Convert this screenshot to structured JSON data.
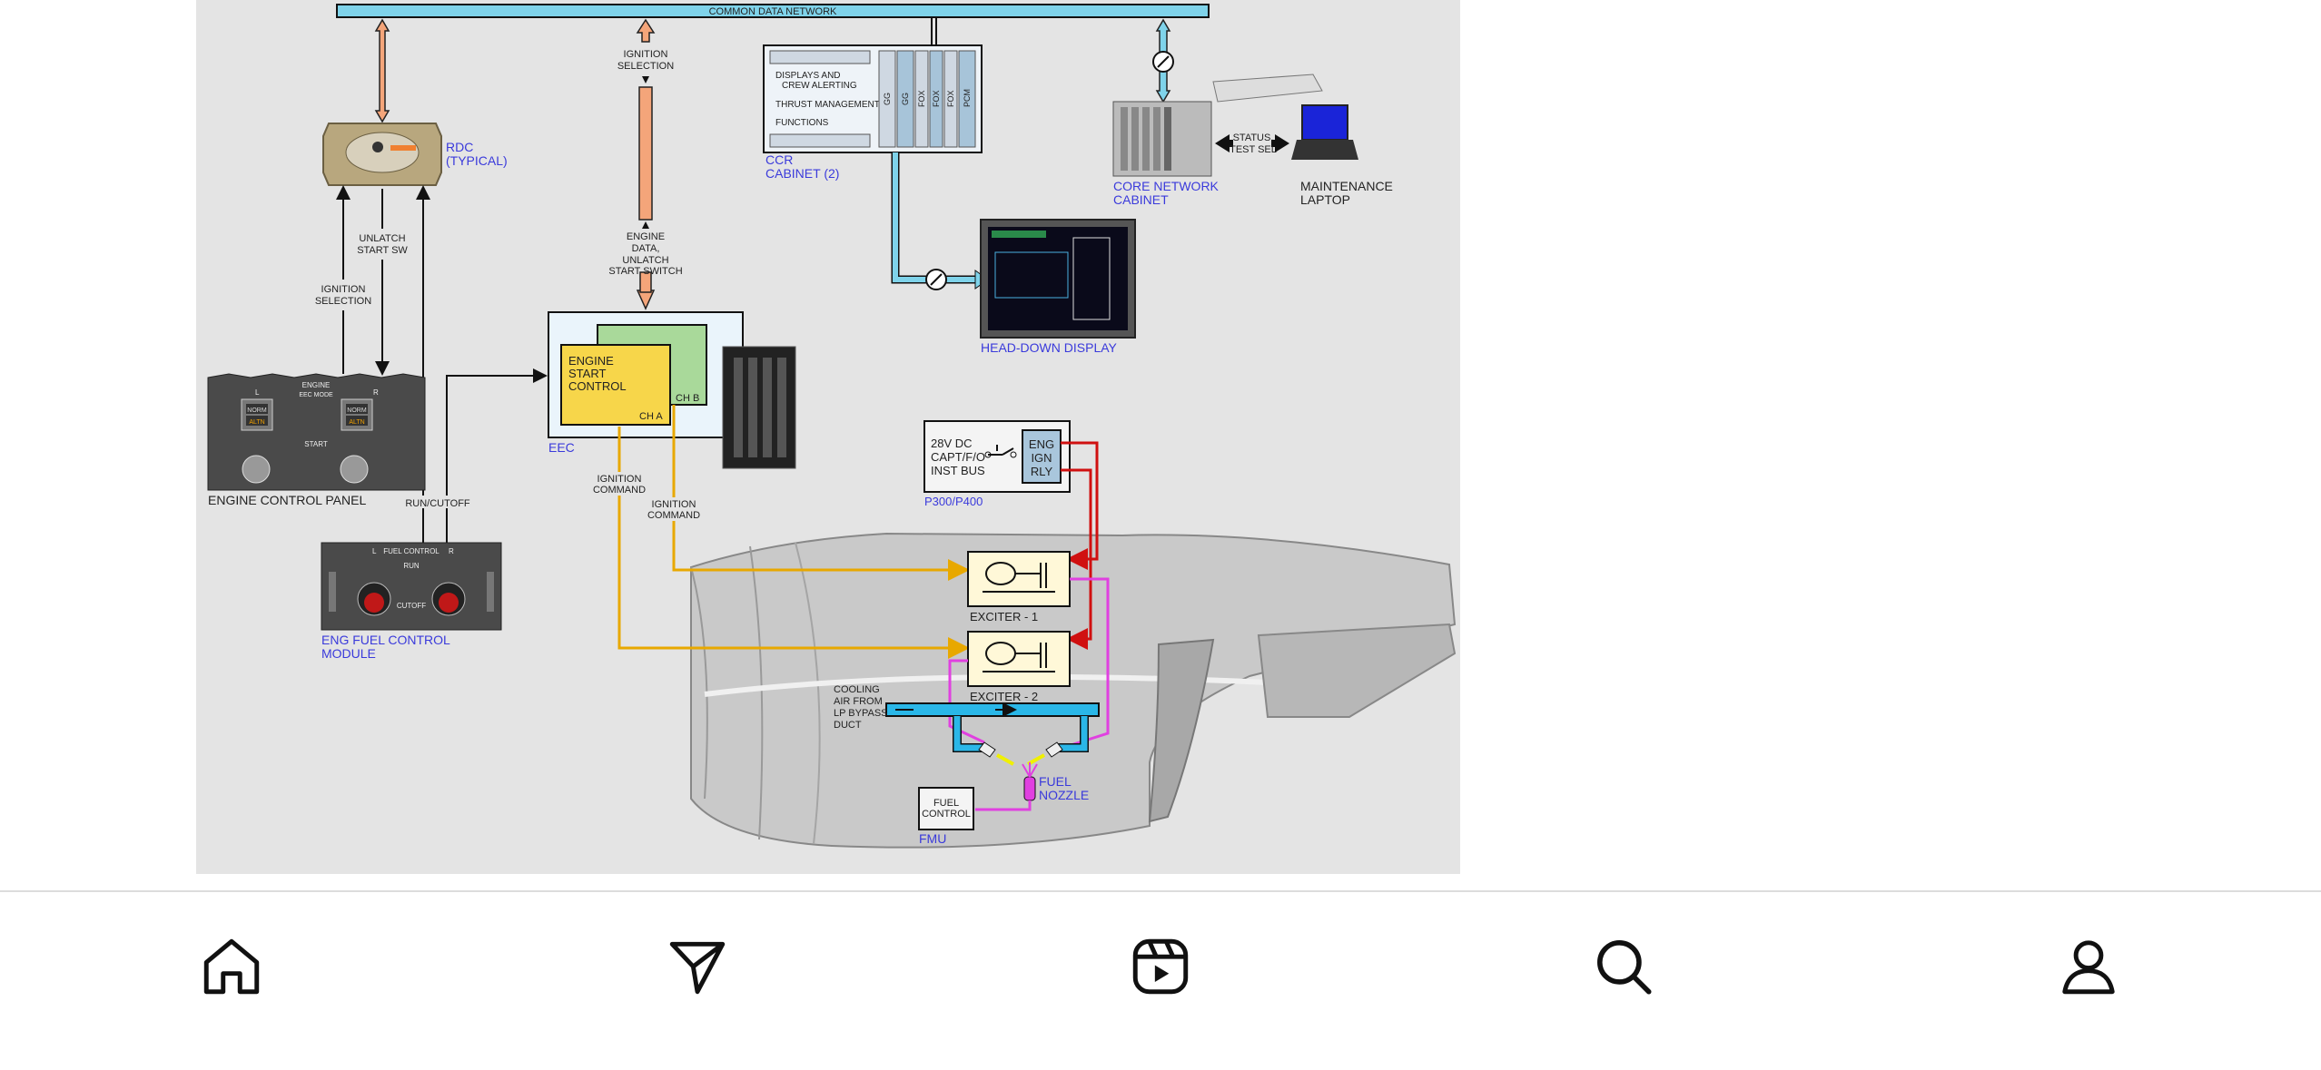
{
  "diagram": {
    "network_label": "COMMON DATA NETWORK",
    "ignition_selection_top": [
      "IGNITION",
      "SELECTION"
    ],
    "engine_data": [
      "ENGINE",
      "DATA,",
      "UNLATCH",
      "START SWITCH"
    ],
    "rdc": [
      "RDC",
      "(TYPICAL)"
    ],
    "unlatch_start_sw": [
      "UNLATCH",
      "START SW"
    ],
    "ignition_selection_left": [
      "IGNITION",
      "SELECTION"
    ],
    "ecp_label": "ENGINE CONTROL PANEL",
    "ecp_panel": {
      "title": "ENGINE",
      "mode": "EEC MODE",
      "start": "START",
      "norm": "NORM",
      "altn": "ALTN",
      "l": "L",
      "r": "R"
    },
    "run_cutoff": "RUN/CUTOFF",
    "fuel_module_panel": {
      "title": "FUEL CONTROL",
      "run": "RUN",
      "cutoff": "CUTOFF",
      "l": "L",
      "r": "R"
    },
    "fuel_module_label": [
      "ENG FUEL CONTROL",
      "MODULE"
    ],
    "ccr_functions": [
      "DISPLAYS AND",
      "CREW ALERTING",
      "THRUST MANAGEMENT",
      "FUNCTIONS"
    ],
    "ccr_slots": [
      "GG",
      "GG",
      "FOX",
      "FOX",
      "FOX",
      "PCM"
    ],
    "ccr_label": [
      "CCR",
      "CABINET (2)"
    ],
    "hdd_label": "HEAD-DOWN DISPLAY",
    "cnc_label": [
      "CORE NETWORK",
      "CABINET"
    ],
    "status_label": [
      "STATUS,",
      "TEST SEL"
    ],
    "laptop_label": [
      "MAINTENANCE",
      "LAPTOP"
    ],
    "eec_box": [
      "ENGINE",
      "START",
      "CONTROL"
    ],
    "ch_a": "CH A",
    "ch_b": "CH B",
    "eec_label": "EEC",
    "ign_cmd_1": [
      "IGNITION",
      "COMMAND"
    ],
    "ign_cmd_2": [
      "IGNITION",
      "COMMAND"
    ],
    "bus_label": [
      "28V DC",
      "CAPT/F/O",
      "INST BUS"
    ],
    "relay_label": [
      "ENG",
      "IGN",
      "RLY"
    ],
    "p300_label": "P300/P400",
    "exciter_1": "EXCITER - 1",
    "exciter_2": "EXCITER - 2",
    "cooling_label": [
      "COOLING",
      "AIR FROM",
      "LP BYPASS",
      "DUCT"
    ],
    "fuel_control": [
      "FUEL",
      "CONTROL"
    ],
    "fmu_label": "FMU",
    "fuel_nozzle": [
      "FUEL",
      "NOZZLE"
    ],
    "colors": {
      "network": "#7fd3ea",
      "orange_bus": "#f4a57a",
      "ignition_cmd": "#e8a800",
      "power": "#d01010",
      "igniter_lead": "#e040e0",
      "label_blue": "#3a3adb",
      "eec_yellow": "#f7d64a",
      "eec_green": "#a9d99a"
    }
  },
  "nav": {
    "items": [
      {
        "name": "home",
        "icon": "home-icon"
      },
      {
        "name": "messages",
        "icon": "send-icon"
      },
      {
        "name": "reels",
        "icon": "reels-icon"
      },
      {
        "name": "search",
        "icon": "search-icon"
      },
      {
        "name": "profile",
        "icon": "profile-icon"
      }
    ]
  }
}
